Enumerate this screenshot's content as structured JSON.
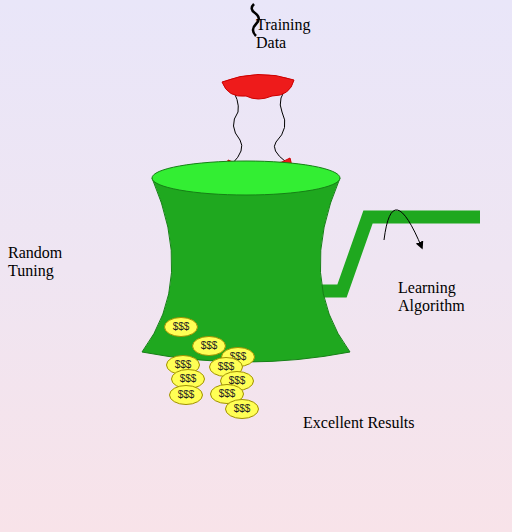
{
  "diagram": {
    "nodes": [
      {
        "text": [
          "$$$"
        ]
      },
      {
        "text": [
          "$$$"
        ]
      },
      {
        "text": [
          "$$$"
        ]
      },
      {
        "text": [
          "$$$"
        ]
      },
      {
        "text": [
          "$$$"
        ]
      },
      {
        "text": [
          "$$$"
        ]
      },
      {
        "text": [
          "$$$"
        ]
      },
      {
        "text": [
          "$$$"
        ]
      },
      {
        "text": [
          "$$$"
        ]
      },
      {
        "text": [
          "$$$"
        ]
      }
    ],
    "labels": [
      "Training Data",
      "Random Tuning",
      "Learning Algorithm",
      "Excellent Results"
    ]
  }
}
